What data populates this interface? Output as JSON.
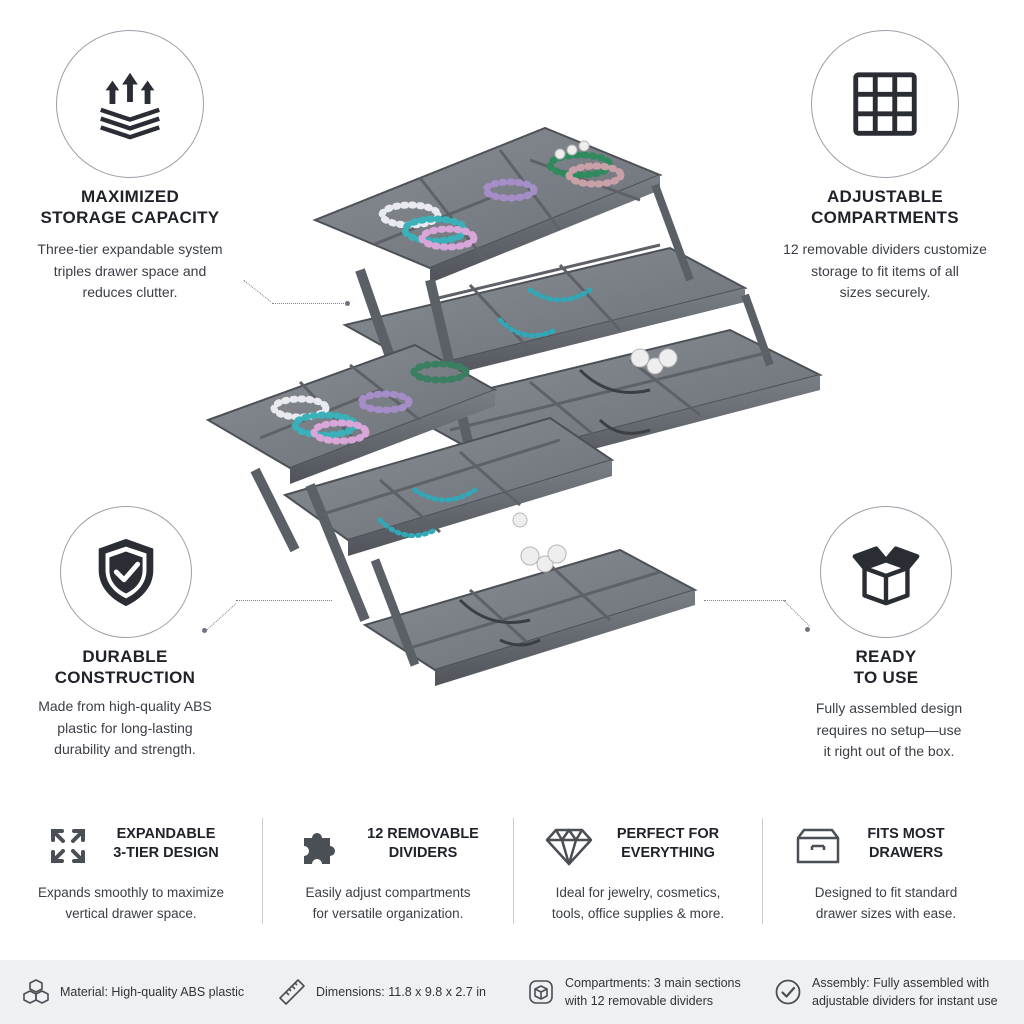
{
  "features": {
    "storage": {
      "title_line1": "MAXIMIZED",
      "title_line2": "STORAGE CAPACITY",
      "desc_line1": "Three-tier expandable system",
      "desc_line2": "triples drawer space and",
      "desc_line3": "reduces clutter.",
      "icon": "layers-arrows-up-icon"
    },
    "compartments": {
      "title_line1": "ADJUSTABLE",
      "title_line2": "COMPARTMENTS",
      "desc_line1": "12 removable dividers customize",
      "desc_line2": "storage to fit items of all",
      "desc_line3": "sizes securely.",
      "icon": "grid-icon"
    },
    "durable": {
      "title_line1": "DURABLE",
      "title_line2": "CONSTRUCTION",
      "desc_line1": "Made from high-quality ABS",
      "desc_line2": "plastic for long-lasting",
      "desc_line3": "durability and strength.",
      "icon": "shield-check-icon"
    },
    "ready": {
      "title_line1": "READY",
      "title_line2": "TO USE",
      "desc_line1": "Fully assembled design",
      "desc_line2": "requires no setup—use",
      "desc_line3": "it right out of the box.",
      "icon": "open-box-icon"
    }
  },
  "strip": [
    {
      "title_line1": "EXPANDABLE",
      "title_line2": "3-TIER DESIGN",
      "desc_line1": "Expands smoothly to maximize",
      "desc_line2": "vertical drawer space.",
      "icon": "expand-arrows-icon"
    },
    {
      "title_line1": "12 REMOVABLE",
      "title_line2": "DIVIDERS",
      "desc_line1": "Easily adjust compartments",
      "desc_line2": "for versatile organization.",
      "icon": "puzzle-piece-icon"
    },
    {
      "title_line1": "PERFECT FOR",
      "title_line2": "EVERYTHING",
      "desc_line1": "Ideal for jewelry, cosmetics,",
      "desc_line2": "tools, office supplies & more.",
      "icon": "diamond-icon"
    },
    {
      "title_line1": "FITS MOST",
      "title_line2": "DRAWERS",
      "desc_line1": "Designed to fit standard",
      "desc_line2": "drawer sizes with ease.",
      "icon": "drawer-icon"
    }
  ],
  "footer": [
    {
      "line1": "Material: High-quality ABS plastic",
      "line2": "",
      "icon": "cubes-icon"
    },
    {
      "line1": "Dimensions: 11.8 x 9.8 x 2.7 in",
      "line2": "",
      "icon": "ruler-icon"
    },
    {
      "line1": "Compartments: 3 main sections",
      "line2": "with 12 removable dividers",
      "icon": "compartment-box-icon"
    },
    {
      "line1": "Assembly: Fully assembled with",
      "line2": "adjustable dividers for instant use",
      "icon": "check-circle-icon"
    }
  ],
  "colors": {
    "tray": "#6f737a",
    "tray_light": "#8a8e95",
    "tray_dark": "#55595f",
    "accent_dark": "#23272d",
    "outline": "#9aa0a8"
  }
}
